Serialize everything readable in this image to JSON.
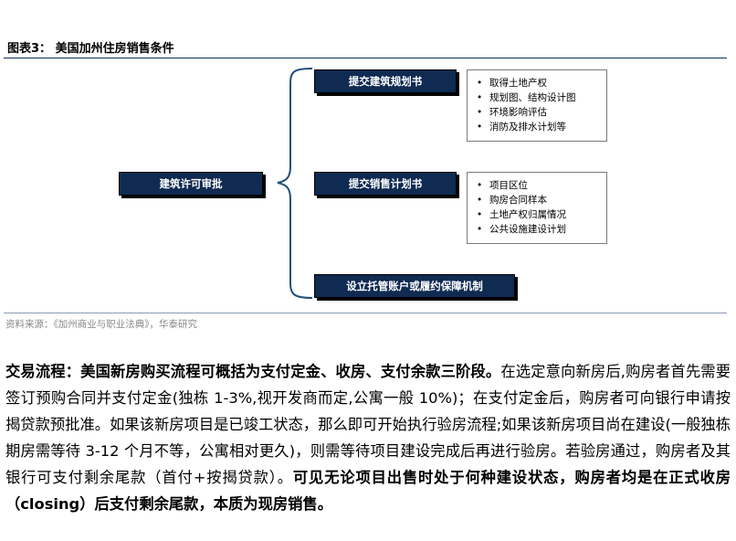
{
  "figure": {
    "title": "图表3：  美国加州住房销售条件",
    "source": "资料来源：《加州商业与职业法典》，华泰研究"
  },
  "diagram": {
    "root": "建筑许可审批",
    "branches": [
      {
        "label": "提交建筑规划书",
        "items": [
          "取得土地产权",
          "规划图、结构设计图",
          "环境影响评估",
          "消防及排水计划等"
        ]
      },
      {
        "label": "提交销售计划书",
        "items": [
          "项目区位",
          "购房合同样本",
          "土地产权归属情况",
          "公共设施建设计划"
        ]
      },
      {
        "label": "设立托管账户或履约保障机制",
        "items": []
      }
    ],
    "colors": {
      "box": "#0f2b52",
      "brace": "#1f4e79"
    }
  },
  "paragraph": {
    "s1_bold": "交易流程：美国新房购买流程可概括为支付定金、收房、支付余款三阶段。",
    "s2": "在选定意向新房后,购房者首先需要签订预购合同并支付定金(独栋 1-3%,视开发商而定,公寓一般 10%)；在支付定金后，购房者可向银行申请按揭贷款预批准。如果该新房项目是已竣工状态，那么即可开始执行验房流程;如果该新房项目尚在建设(一般独栋期房需等待 3-12 个月不等，公寓相对更久)，则需等待项目建设完成后再进行验房。若验房通过，购房者及其银行可支付剩余尾款（首付+按揭贷款）。",
    "s3_bold": "可见无论项目出售时处于何种建设状态，购房者均是在正式收房（closing）后支付剩余尾款，本质为现房销售。"
  }
}
